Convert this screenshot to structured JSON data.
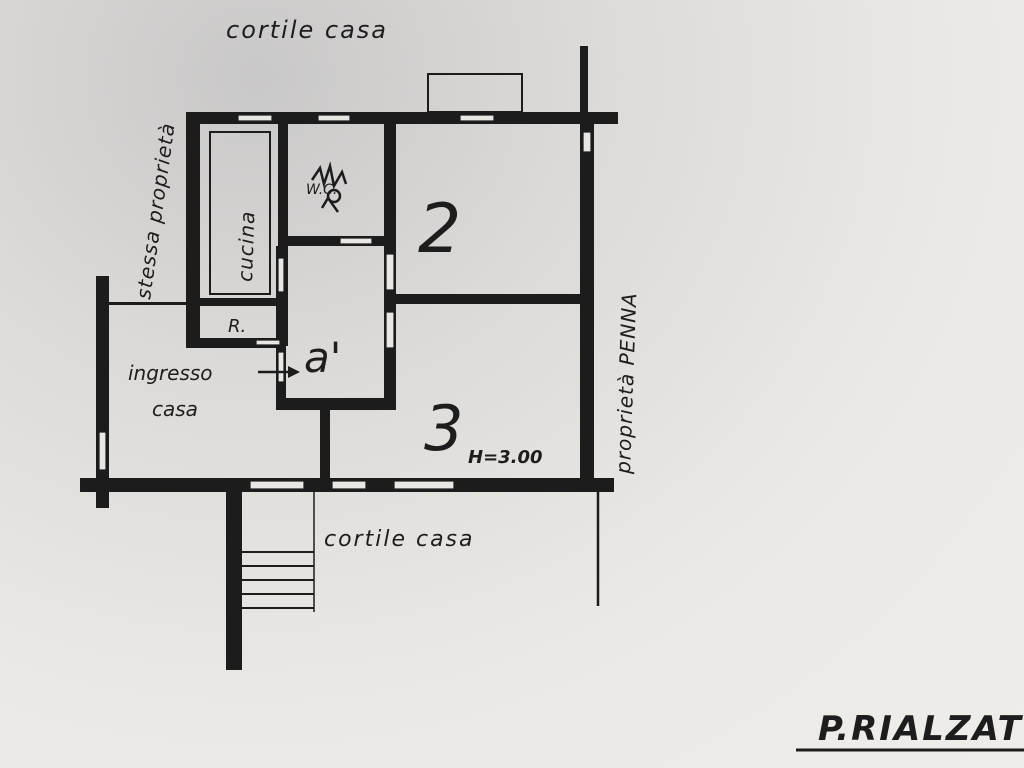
{
  "labels": {
    "courtyard_top": "cortile casa",
    "courtyard_bottom": "cortile casa",
    "same_property": "stessa proprietà",
    "property_penna": "proprietà PENNA",
    "kitchen": "cucina",
    "bath": "W.C.",
    "pantry": "R.",
    "entrance": "ingresso",
    "entrance_casa": "casa",
    "room_hall": "a'",
    "room_2": "2",
    "room_3": "3",
    "height": "H=3.00",
    "floor_title": "P.RIALZATO"
  },
  "colors": {
    "ink": "#1c1c1c",
    "paper": "#e9e7e4"
  }
}
